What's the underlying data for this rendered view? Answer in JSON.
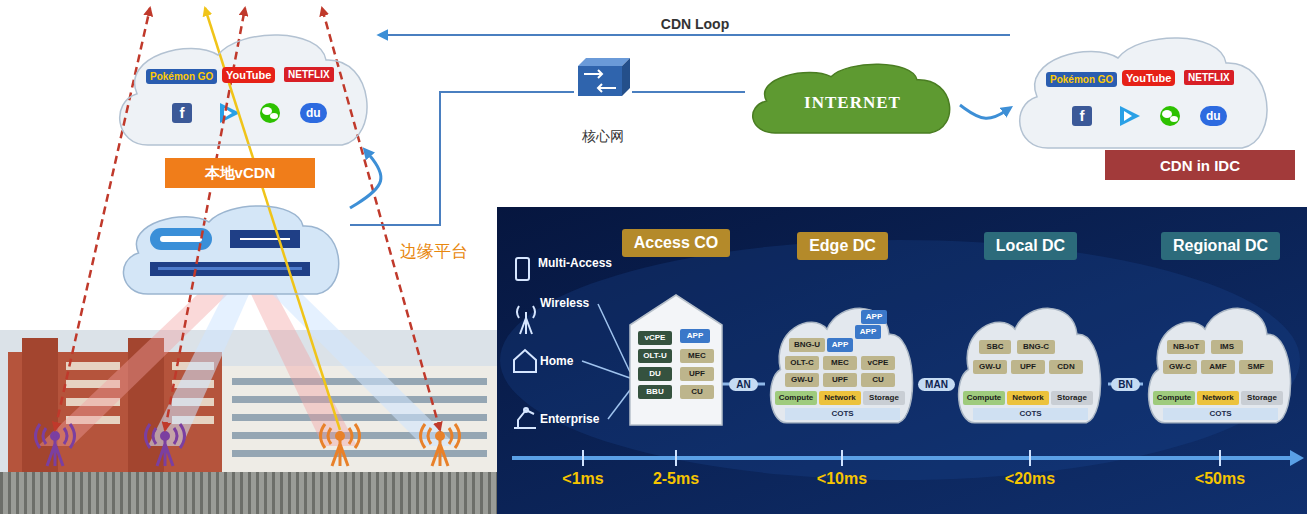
{
  "diagram": {
    "nodes": [
      {
        "text": [
          "Pokémon GO",
          "YouTube",
          "NETFLIX",
          "f",
          "du"
        ]
      },
      {
        "text": [
          "本地vCDN"
        ]
      },
      {
        "text": [
          "边缘平台"
        ]
      },
      {
        "text": [
          "核心网"
        ]
      },
      {
        "text": [
          "INTERNET"
        ]
      },
      {
        "text": [
          "Pokémon GO",
          "YouTube",
          "NETFLIX",
          "f",
          "du"
        ]
      },
      {
        "text": [
          "CDN in IDC"
        ]
      },
      {
        "text": [
          "Access CO"
        ]
      },
      {
        "text": [
          "APP"
        ],
        "in": 7
      },
      {
        "text": [
          "vCPE"
        ],
        "in": 7
      },
      {
        "text": [
          "OLT-U"
        ],
        "in": 7
      },
      {
        "text": [
          "DU"
        ],
        "in": 7
      },
      {
        "text": [
          "BBU"
        ],
        "in": 7
      },
      {
        "text": [
          "MEC"
        ],
        "in": 7
      },
      {
        "text": [
          "UPF"
        ],
        "in": 7
      },
      {
        "text": [
          "CU"
        ],
        "in": 7
      },
      {
        "text": [
          "Edge DC",
          "COTS"
        ]
      },
      {
        "text": [
          "APP"
        ],
        "in": 16
      },
      {
        "text": [
          "APP"
        ],
        "in": 16
      },
      {
        "text": [
          "APP"
        ],
        "in": 16
      },
      {
        "text": [
          "BNG-U"
        ],
        "in": 16
      },
      {
        "text": [
          "OLT-C"
        ],
        "in": 16
      },
      {
        "text": [
          "MEC"
        ],
        "in": 16
      },
      {
        "text": [
          "vCPE"
        ],
        "in": 16
      },
      {
        "text": [
          "GW-U"
        ],
        "in": 16
      },
      {
        "text": [
          "UPF"
        ],
        "in": 16
      },
      {
        "text": [
          "CU"
        ],
        "in": 16
      },
      {
        "text": [
          "Compute"
        ],
        "in": 16
      },
      {
        "text": [
          "Network"
        ],
        "in": 16
      },
      {
        "text": [
          "Storage"
        ],
        "in": 16
      },
      {
        "text": [
          "Local DC",
          "COTS"
        ]
      },
      {
        "text": [
          "SBC"
        ],
        "in": 30
      },
      {
        "text": [
          "BNG-C"
        ],
        "in": 30
      },
      {
        "text": [
          "GW-U"
        ],
        "in": 30
      },
      {
        "text": [
          "UPF"
        ],
        "in": 30
      },
      {
        "text": [
          "CDN"
        ],
        "in": 30
      },
      {
        "text": [
          "Compute"
        ],
        "in": 30
      },
      {
        "text": [
          "Network"
        ],
        "in": 30
      },
      {
        "text": [
          "Storage"
        ],
        "in": 30
      },
      {
        "text": [
          "Regional DC",
          "COTS"
        ]
      },
      {
        "text": [
          "NB-IoT"
        ],
        "in": 39
      },
      {
        "text": [
          "IMS"
        ],
        "in": 39
      },
      {
        "text": [
          "GW-C"
        ],
        "in": 39
      },
      {
        "text": [
          "AMF"
        ],
        "in": 39
      },
      {
        "text": [
          "SMF"
        ],
        "in": 39
      },
      {
        "text": [
          "Compute"
        ],
        "in": 39
      },
      {
        "text": [
          "Network"
        ],
        "in": 39
      },
      {
        "text": [
          "Storage"
        ],
        "in": 39
      }
    ],
    "edges": [
      {
        "from": 5,
        "to": 0,
        "label": "CDN Loop",
        "arrow": "to"
      },
      {
        "from": 2,
        "to": 3,
        "arrow": "none"
      },
      {
        "from": 3,
        "to": 4,
        "arrow": "none"
      },
      {
        "from": 4,
        "to": 5,
        "arrow": "to"
      },
      {
        "from": 2,
        "to": 0,
        "arrow": "to"
      },
      {
        "from": 7,
        "to": 16,
        "label": "AN",
        "arrow": "none"
      },
      {
        "from": 16,
        "to": 30,
        "label": "MAN",
        "arrow": "none"
      },
      {
        "from": 30,
        "to": 39,
        "label": "BN",
        "arrow": "none"
      }
    ],
    "labels": [
      "Multi-Access",
      "Wireless",
      "Home",
      "Enterprise",
      "<1ms",
      "2-5ms",
      "<10ms",
      "<20ms",
      "<50ms"
    ]
  }
}
